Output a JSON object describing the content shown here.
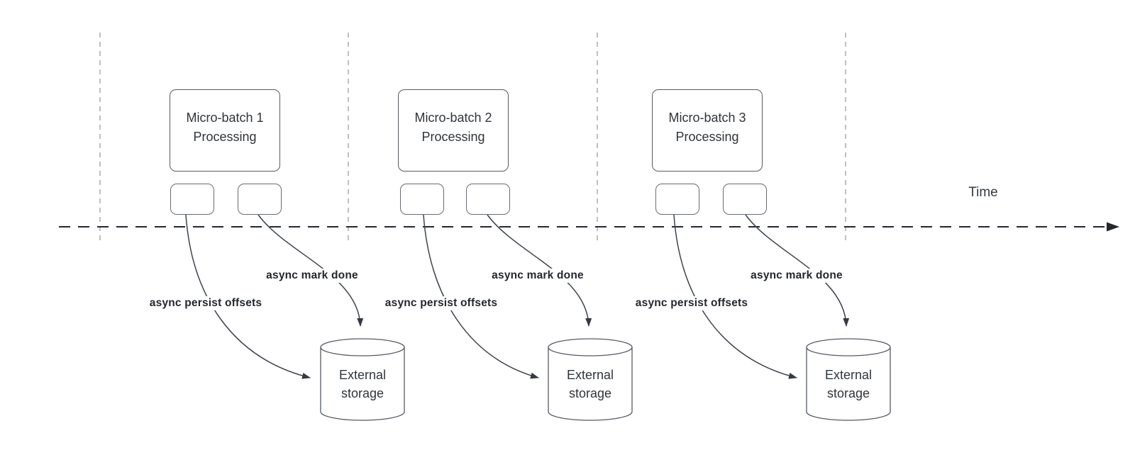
{
  "canvas": {
    "time_label": "Time"
  },
  "colors": {
    "ink": "#343a42",
    "shape_border": "#555b63",
    "interval_line": "#ababab",
    "background": "#ffffff"
  },
  "groups": [
    {
      "box_line1": "Micro-batch 1",
      "box_line2": "Processing",
      "persist_label": "async persist offsets",
      "mark_label": "async mark done",
      "storage_line1": "External",
      "storage_line2": "storage"
    },
    {
      "box_line1": "Micro-batch 2",
      "box_line2": "Processing",
      "persist_label": "async persist offsets",
      "mark_label": "async mark done",
      "storage_line1": "External",
      "storage_line2": "storage"
    },
    {
      "box_line1": "Micro-batch 3",
      "box_line2": "Processing",
      "persist_label": "async persist offsets",
      "mark_label": "async mark done",
      "storage_line1": "External",
      "storage_line2": "storage"
    }
  ]
}
